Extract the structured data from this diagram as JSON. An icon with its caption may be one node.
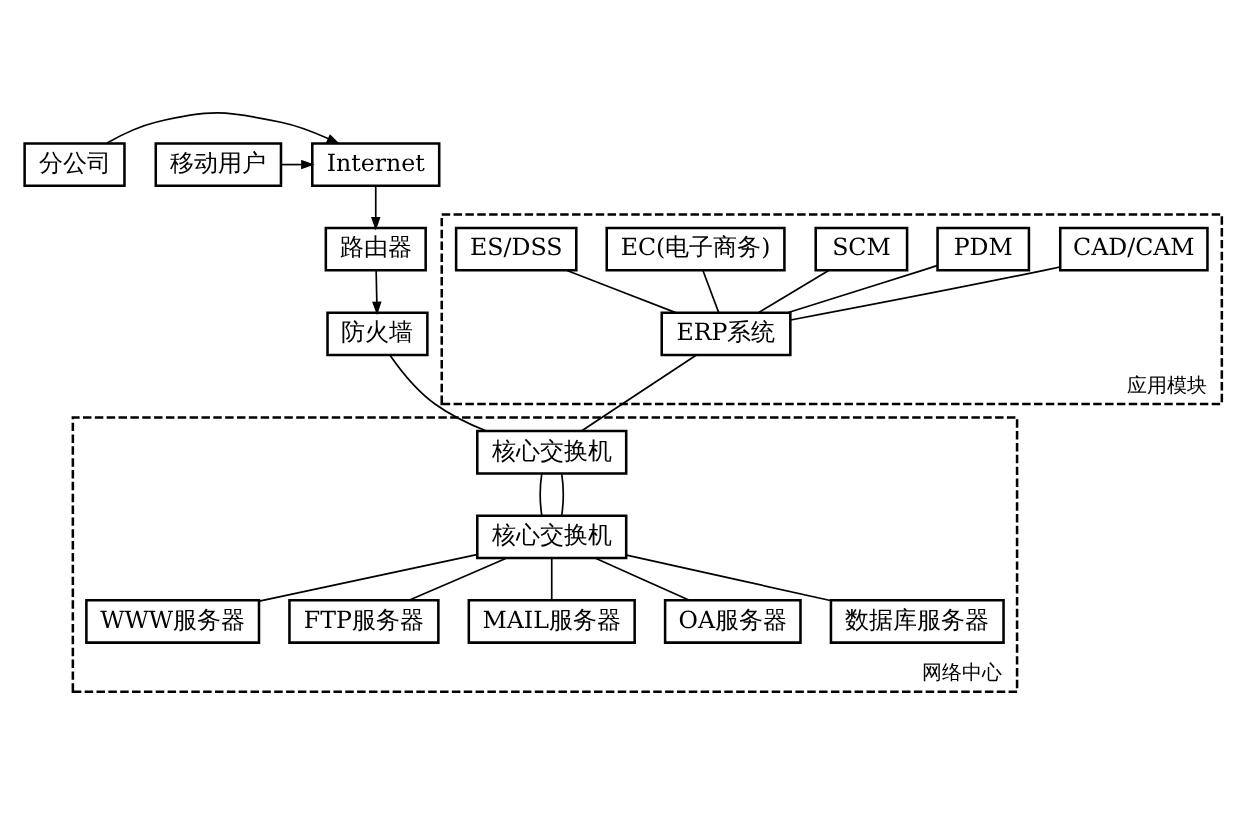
{
  "diagram": {
    "nodes": [
      {
        "text": [
          "分公司"
        ]
      },
      {
        "text": [
          "Internet"
        ]
      },
      {
        "text": [
          "移动用户"
        ]
      },
      {
        "text": [
          "路由器"
        ]
      },
      {
        "text": [
          "防火墙"
        ]
      },
      {
        "text": [
          "应用模块"
        ]
      },
      {
        "text": [
          "CAD/CAM"
        ],
        "in": 5
      },
      {
        "text": [
          "PDM"
        ],
        "in": 5
      },
      {
        "text": [
          "SCM"
        ],
        "in": 5
      },
      {
        "text": [
          "EC(电子商务)"
        ],
        "in": 5
      },
      {
        "text": [
          "ES/DSS"
        ],
        "in": 5
      },
      {
        "text": [
          "ERP系统"
        ],
        "in": 5
      },
      {
        "text": [
          "网络中心"
        ]
      },
      {
        "text": [
          "核心交换机"
        ],
        "in": 12
      },
      {
        "text": [
          "核心交换机"
        ],
        "in": 12
      },
      {
        "text": [
          "WWW服务器"
        ],
        "in": 12
      },
      {
        "text": [
          "FTP服务器"
        ],
        "in": 12
      },
      {
        "text": [
          "MAIL服务器"
        ],
        "in": 12
      },
      {
        "text": [
          "OA服务器"
        ],
        "in": 12
      },
      {
        "text": [
          "数据库服务器"
        ],
        "in": 12
      }
    ],
    "edges": [
      {
        "from": 0,
        "to": 1,
        "arrow": "to"
      },
      {
        "from": 2,
        "to": 1,
        "arrow": "to"
      },
      {
        "from": 1,
        "to": 3,
        "arrow": "to"
      },
      {
        "from": 3,
        "to": 4,
        "arrow": "to"
      },
      {
        "from": 4,
        "to": 13,
        "arrow": "none"
      },
      {
        "from": 6,
        "to": 11,
        "arrow": "none"
      },
      {
        "from": 7,
        "to": 11,
        "arrow": "none"
      },
      {
        "from": 8,
        "to": 11,
        "arrow": "none"
      },
      {
        "from": 9,
        "to": 11,
        "arrow": "none"
      },
      {
        "from": 10,
        "to": 11,
        "arrow": "none"
      },
      {
        "from": 11,
        "to": 13,
        "arrow": "none"
      },
      {
        "from": 13,
        "to": 14,
        "arrow": "none"
      },
      {
        "from": 13,
        "to": 14,
        "arrow": "none"
      },
      {
        "from": 14,
        "to": 15,
        "arrow": "none"
      },
      {
        "from": 14,
        "to": 16,
        "arrow": "none"
      },
      {
        "from": 14,
        "to": 17,
        "arrow": "none"
      },
      {
        "from": 14,
        "to": 18,
        "arrow": "none"
      },
      {
        "from": 14,
        "to": 19,
        "arrow": "none"
      }
    ]
  }
}
